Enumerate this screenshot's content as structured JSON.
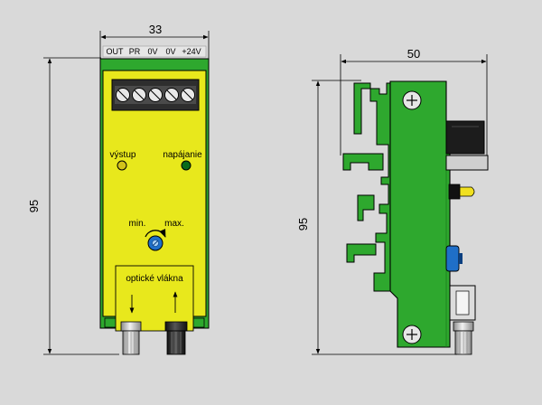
{
  "front_view": {
    "width_dim": "33",
    "height_dim": "95",
    "terminals": [
      "OUT",
      "PR",
      "0V",
      "0V",
      "+24V"
    ],
    "led_output_label": "výstup",
    "led_power_label": "napájanie",
    "pot_min_label": "min.",
    "pot_max_label": "max.",
    "fiber_label": "optické vlákna"
  },
  "side_view": {
    "depth_dim": "50",
    "height_dim": "95"
  },
  "colors": {
    "background": "#d9d9d9",
    "housing_green": "#2ea82e",
    "faceplate_yellow": "#e8e81c",
    "led_output": "#d2c21a",
    "led_power": "#0a6a1a",
    "pot_blue": "#1f6fc8",
    "terminal_grey": "#bcbcbc"
  }
}
